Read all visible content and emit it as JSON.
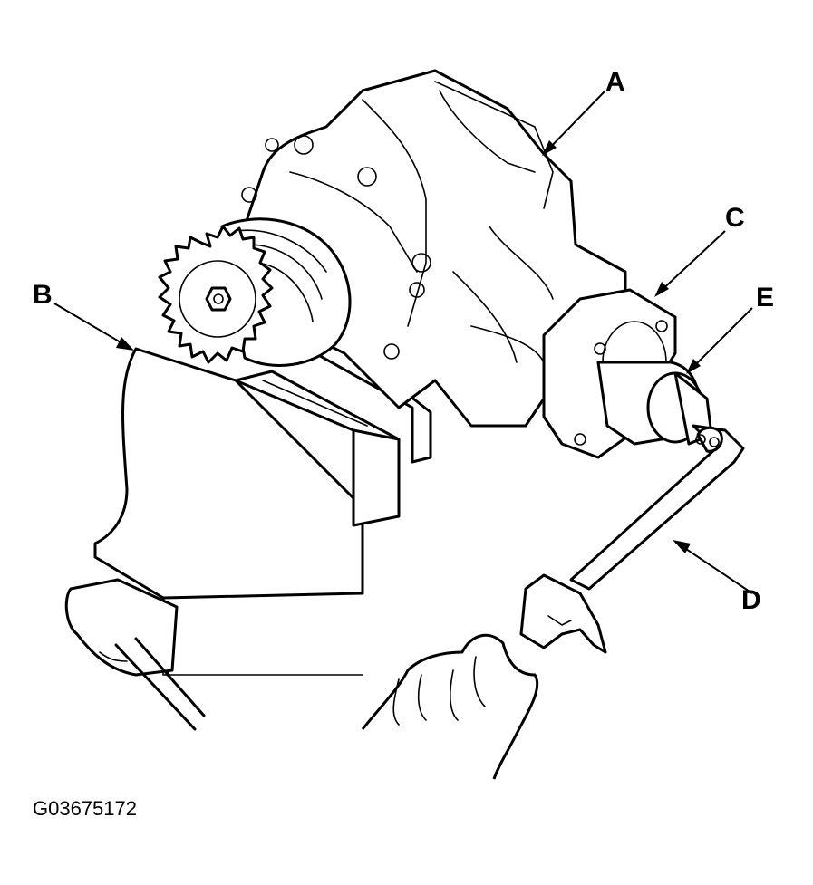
{
  "diagram": {
    "callouts": [
      {
        "id": "A",
        "label": "A"
      },
      {
        "id": "B",
        "label": "B"
      },
      {
        "id": "C",
        "label": "C"
      },
      {
        "id": "D",
        "label": "D"
      },
      {
        "id": "E",
        "label": "E"
      }
    ],
    "figure_code": "G03675172"
  }
}
